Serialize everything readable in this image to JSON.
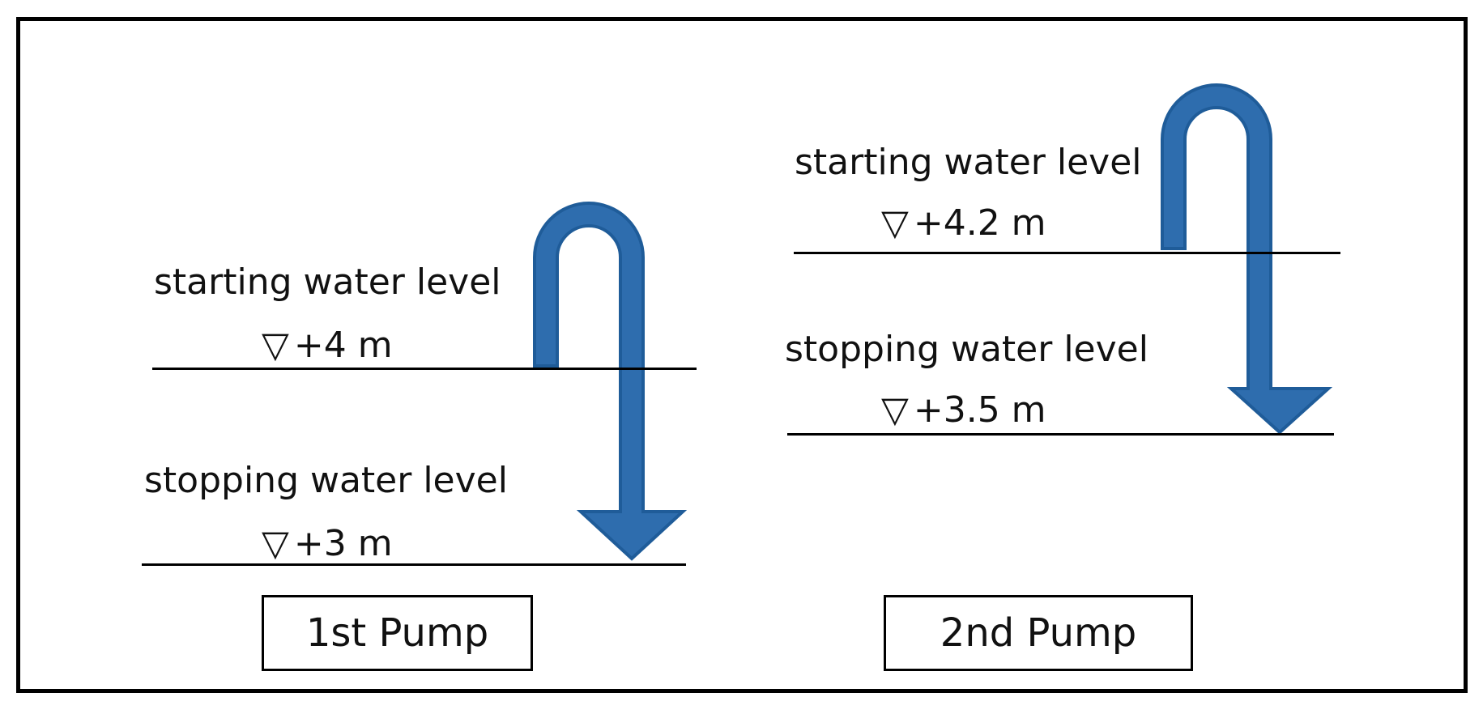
{
  "pumps": [
    {
      "name": "1st Pump",
      "starting_label": "starting water level",
      "starting_level": "+4 m",
      "stopping_label": "stopping water level",
      "stopping_level": "+3 m"
    },
    {
      "name": "2nd Pump",
      "starting_label": "starting water level",
      "starting_level": "+4.2 m",
      "stopping_label": "stopping water level",
      "stopping_level": "+3.5 m"
    }
  ],
  "level_symbol": "▽",
  "colors": {
    "arrow_fill": "#2E6DAE",
    "arrow_stroke": "#1F5C99",
    "line": "#000000",
    "text": "#111111"
  }
}
